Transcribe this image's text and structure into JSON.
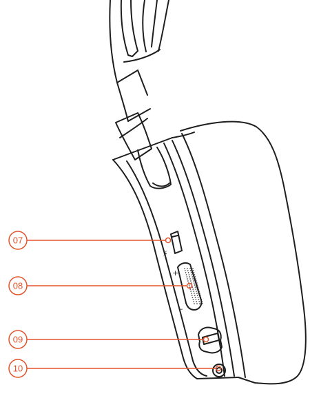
{
  "diagram": {
    "accent_color": "#e2542d",
    "line_color": "#1e1e1e",
    "callouts": [
      {
        "label": "07",
        "target": "power-switch"
      },
      {
        "label": "08",
        "target": "volume-rocker"
      },
      {
        "label": "09",
        "target": "usb-port"
      },
      {
        "label": "10",
        "target": "audio-jack"
      }
    ],
    "control_marks": {
      "power_symbol": "⚡",
      "volume_up": "+",
      "volume_down": "–"
    }
  }
}
